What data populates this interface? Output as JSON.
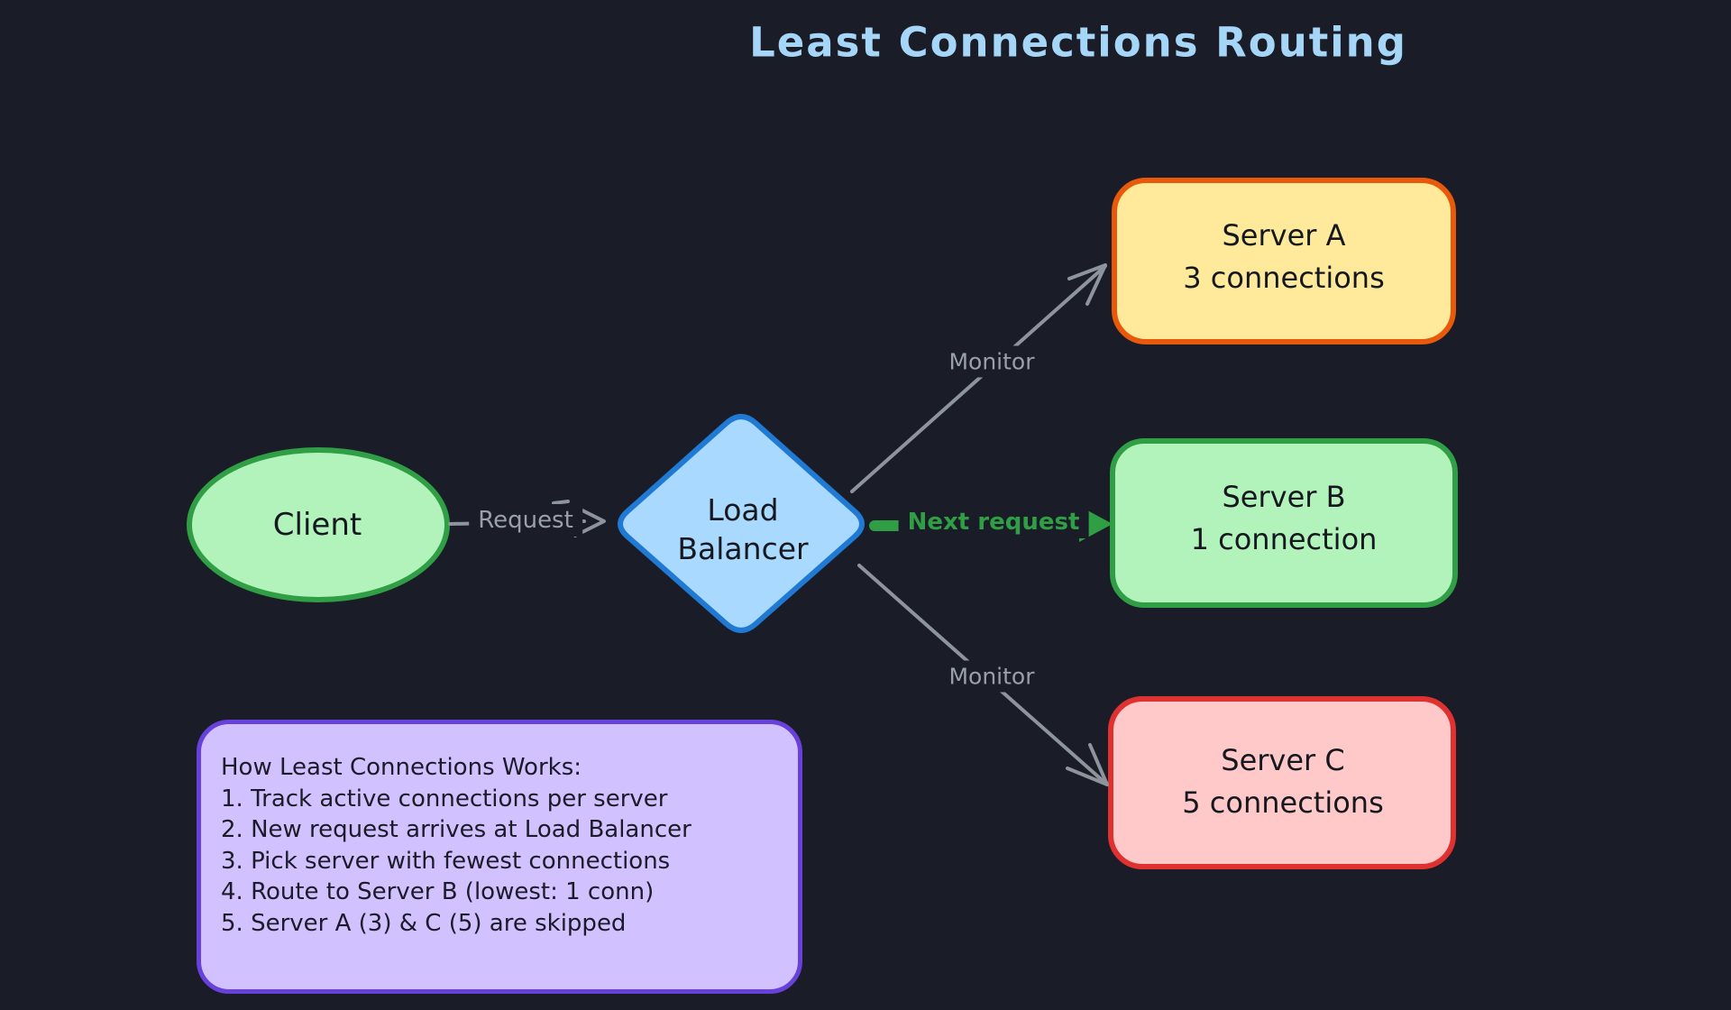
{
  "title": "Least Connections Routing",
  "nodes": {
    "client": {
      "label": "Client"
    },
    "load_balancer": {
      "line1": "Load",
      "line2": "Balancer"
    },
    "server_a": {
      "name": "Server A",
      "status": "3 connections"
    },
    "server_b": {
      "name": "Server B",
      "status": "1 connection"
    },
    "server_c": {
      "name": "Server C",
      "status": "5 connections"
    }
  },
  "edges": {
    "request": "Request",
    "monitor_top": "Monitor",
    "next_request": "Next request",
    "monitor_bottom": "Monitor"
  },
  "note": {
    "lines": [
      "How Least Connections Works:",
      "1. Track active connections per server",
      "2. New request arrives at Load Balancer",
      "3. Pick server with fewest connections",
      "4. Route to Server B (lowest: 1 conn)",
      "5. Server A (3) & C (5) are skipped"
    ]
  },
  "colors": {
    "background": "#1a1d28",
    "title": "#a6d6f7",
    "gray": "#8d949c",
    "gray_text": "#99a0a8",
    "green_accent": "#2f9e44",
    "client_fill": "#b2f2bb",
    "client_stroke": "#2f9e44",
    "lb_fill": "#a9d9fe",
    "lb_stroke": "#2079d2",
    "server_a_fill": "#ffe99b",
    "server_a_stroke": "#e8590c",
    "server_b_fill": "#b2f2bb",
    "server_b_stroke": "#2f9e44",
    "server_c_fill": "#ffc9c9",
    "server_c_stroke": "#e03131",
    "note_fill": "#d2c1ff",
    "note_stroke": "#6741d9"
  }
}
